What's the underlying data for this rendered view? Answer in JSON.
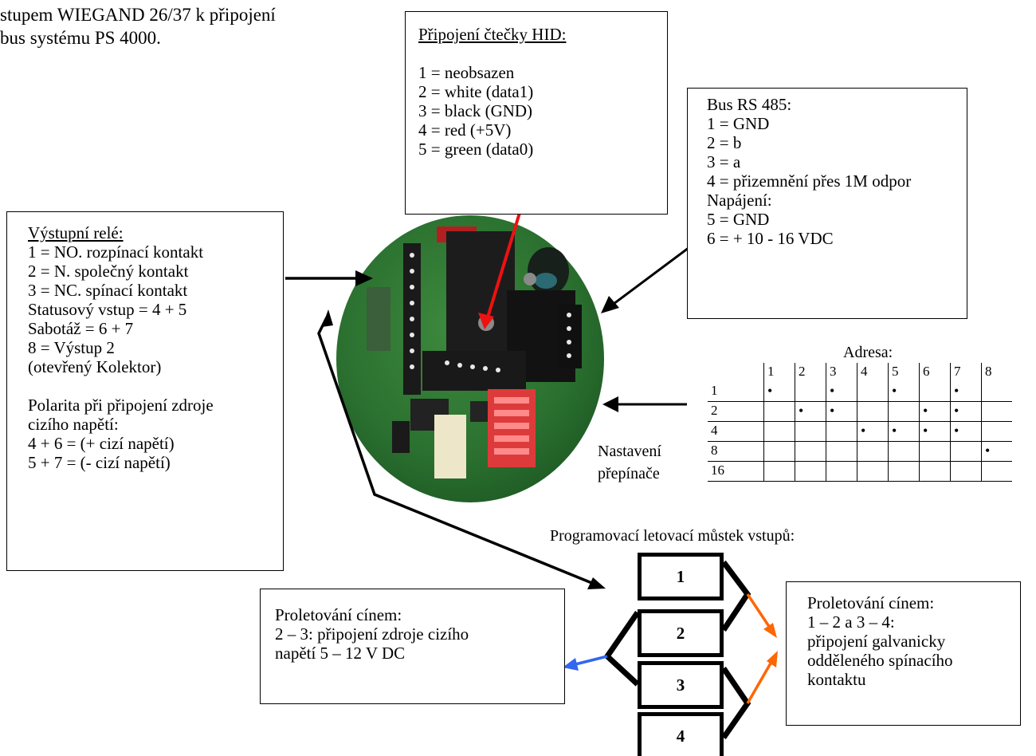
{
  "header": {
    "line1": "stupem WIEGAND 26/37 k připojení",
    "line2": "bus systému PS 4000."
  },
  "hid": {
    "title": "Připojení čtečky HID:",
    "lines": [
      "1 = neobsazen",
      "2 = white (data1)",
      "3 = black (GND)",
      "4 = red (+5V)",
      "5 = green (data0)"
    ]
  },
  "rs485": {
    "lines": [
      "Bus RS 485:",
      "1 = GND",
      "2 = b",
      "3 = a",
      "4 = přizemnění přes 1M odpor",
      "Napájení:",
      "5 = GND",
      "6 = + 10 - 16 VDC"
    ]
  },
  "relay": {
    "title": "Výstupní relé:",
    "lines": [
      "1 = NO. rozpínací kontakt",
      "2 = N. společný kontakt",
      "3 = NC. spínací kontakt",
      "Statusový vstup = 4 + 5",
      "Sabotáž = 6 + 7",
      "8 = Výstup 2",
      "(otevřený Kolektor)"
    ],
    "polarity": [
      "Polarita při připojení zdroje",
      "cizího napětí:",
      "4 + 6 = (+ cizí napětí)",
      "5 + 7 = (- cizí napětí)"
    ]
  },
  "address": {
    "title": "Adresa:",
    "columns": [
      "1",
      "2",
      "3",
      "4",
      "5",
      "6",
      "7",
      "8"
    ],
    "rows": [
      {
        "label": "1",
        "dots": [
          1,
          0,
          1,
          0,
          1,
          0,
          1,
          0
        ]
      },
      {
        "label": "2",
        "dots": [
          0,
          1,
          1,
          0,
          0,
          1,
          1,
          0
        ]
      },
      {
        "label": "4",
        "dots": [
          0,
          0,
          0,
          1,
          1,
          1,
          1,
          0
        ]
      },
      {
        "label": "8",
        "dots": [
          0,
          0,
          0,
          0,
          0,
          0,
          0,
          1
        ]
      },
      {
        "label": "16",
        "dots": [
          0,
          0,
          0,
          0,
          0,
          0,
          0,
          0
        ]
      }
    ],
    "dot_symbol": "•"
  },
  "switch_label": "Nastavení přepínače",
  "programming": {
    "title": "Programovací letovací můstek vstupů:",
    "jumpers": [
      "1",
      "2",
      "3",
      "4"
    ]
  },
  "solder_left": {
    "lines": [
      "Proletování cínem:",
      "2 – 3: připojení zdroje cizího",
      "napětí 5 – 12 V DC"
    ]
  },
  "solder_right": {
    "lines": [
      "Proletování cínem:",
      "1 – 2 a 3 – 4:",
      "připojení galvanicky",
      "odděleného spínacího",
      "kontaktu"
    ]
  },
  "colors": {
    "red_arrow": "#ee1111",
    "blue_arrow": "#3366ee",
    "orange_arrow": "#ff6600",
    "board": "#2f7a32"
  }
}
